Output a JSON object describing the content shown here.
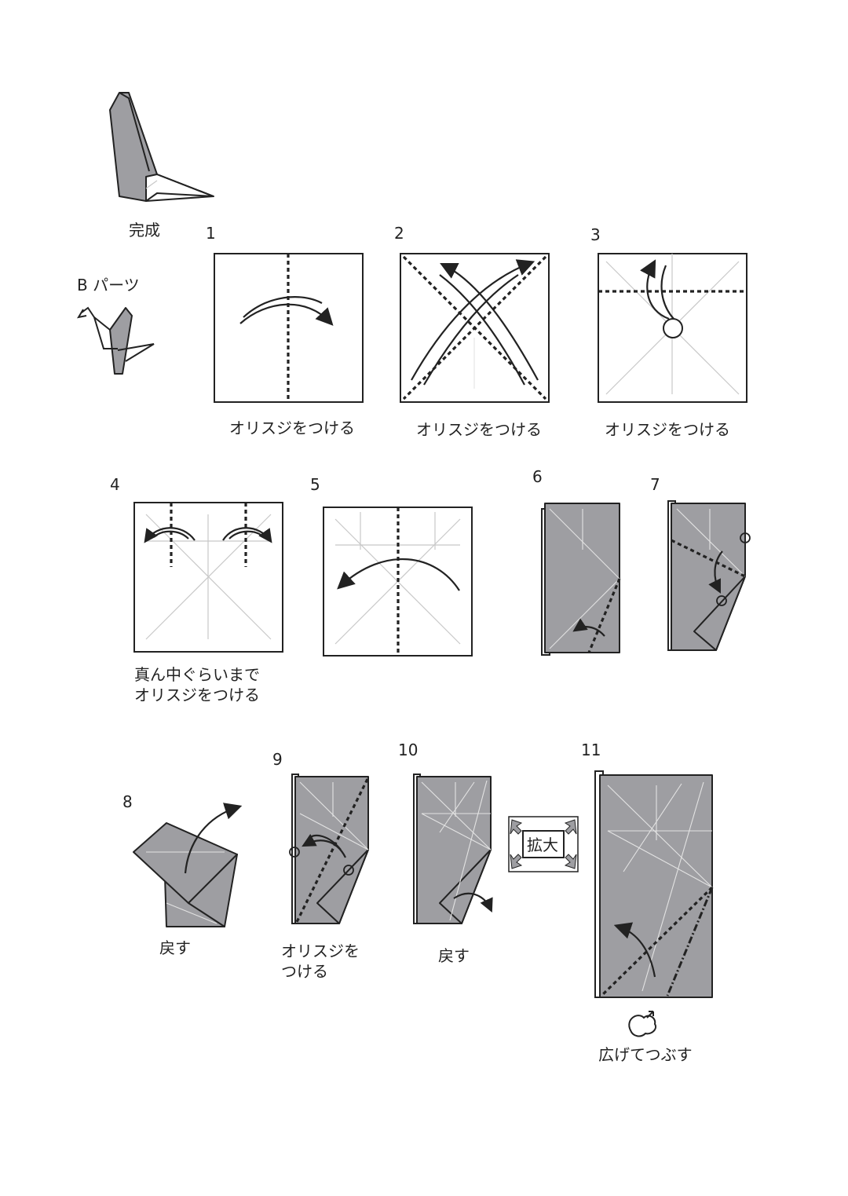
{
  "labels": {
    "finished": "完成",
    "part_b": "B パーツ"
  },
  "steps": [
    {
      "num": "1",
      "caption": "オリスジをつける"
    },
    {
      "num": "2",
      "caption": "オリスジをつける"
    },
    {
      "num": "3",
      "caption": "オリスジをつける"
    },
    {
      "num": "4",
      "caption_line1": "真ん中ぐらいまで",
      "caption_line2": "オリスジをつける"
    },
    {
      "num": "5",
      "caption": ""
    },
    {
      "num": "6",
      "caption": ""
    },
    {
      "num": "7",
      "caption": ""
    },
    {
      "num": "8",
      "caption": "戻す"
    },
    {
      "num": "9",
      "caption_line1": "オリスジを",
      "caption_line2": "つける"
    },
    {
      "num": "10",
      "caption": "戻す"
    },
    {
      "num": "11",
      "caption": "広げてつぶす"
    }
  ],
  "zoom_label": "拡大"
}
